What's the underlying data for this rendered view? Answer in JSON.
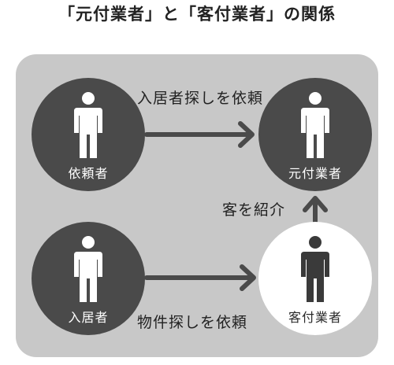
{
  "title": "「元付業者」と「客付業者」の関係",
  "nodes": {
    "requester": {
      "label": "依頼者",
      "icon": "person-icon"
    },
    "listing_agent": {
      "label": "元付業者",
      "icon": "person-icon"
    },
    "tenant": {
      "label": "入居者",
      "icon": "person-icon"
    },
    "leasing_agent": {
      "label": "客付業者",
      "icon": "person-icon"
    }
  },
  "edges": {
    "requester_to_listing": "入居者探しを依頼",
    "leasing_to_listing": "客を紹介",
    "tenant_to_leasing": "物件探しを依頼"
  },
  "colors": {
    "panel": "#c8c8c8",
    "dark_node": "#4a4a4a",
    "light_node": "#ffffff",
    "arrow": "#4a4a4a"
  }
}
